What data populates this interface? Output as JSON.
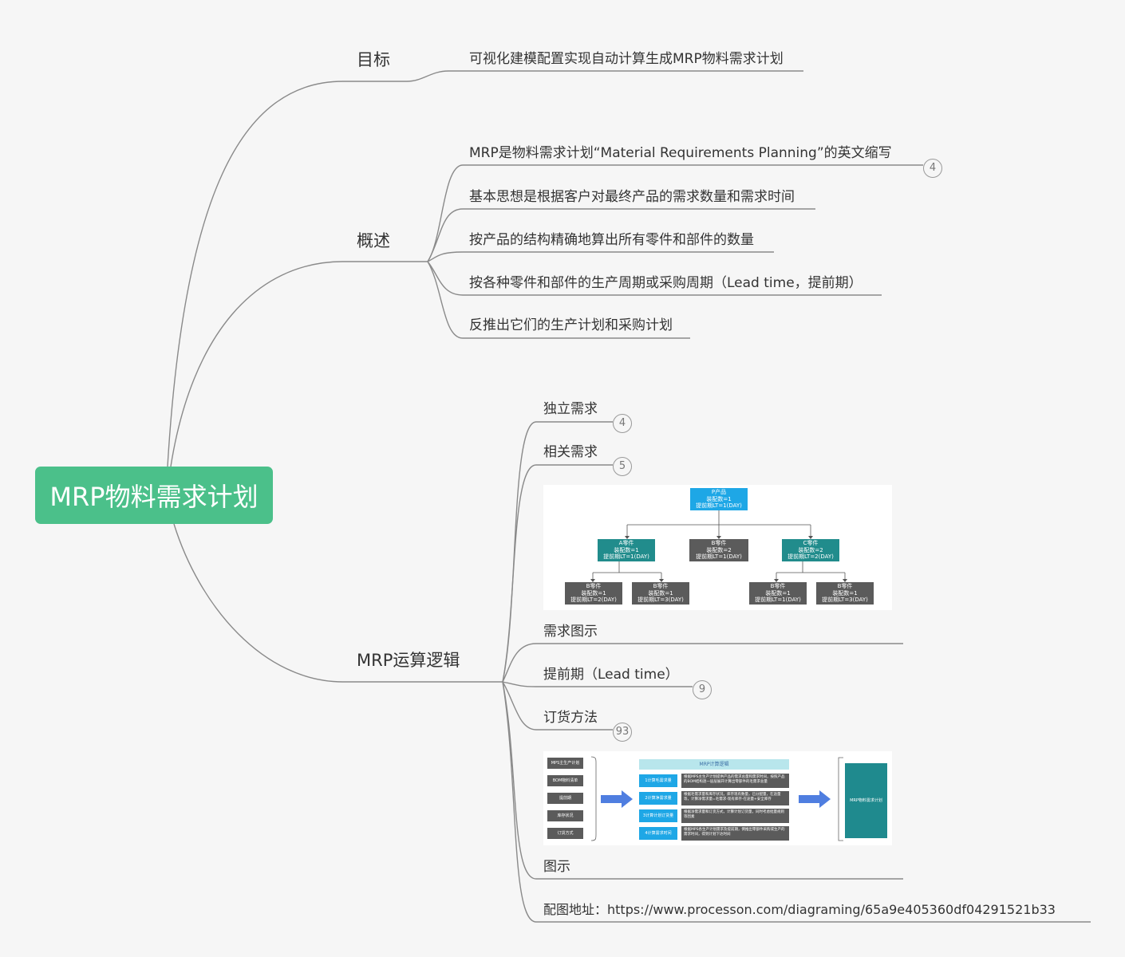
{
  "root": {
    "label": "MRP物料需求计划"
  },
  "goal": {
    "label": "目标",
    "items": [
      "可视化建模配置实现自动计算生成MRP物料需求计划"
    ]
  },
  "overview": {
    "label": "概述",
    "items": [
      "MRP是物料需求计划“Material Requirements Planning”的英文缩写",
      "基本思想是根据客户对最终产品的需求数量和需求时间",
      "按产品的结构精确地算出所有零件和部件的数量",
      "按各种零件和部件的生产周期或采购周期（Lead time，提前期）",
      "反推出它们的生产计划和采购计划"
    ],
    "badge": "4"
  },
  "logic": {
    "label": "MRP运算逻辑",
    "independent": {
      "label": "独立需求",
      "badge": "4"
    },
    "dependent": {
      "label": "相关需求",
      "badge": "5"
    },
    "demand_diagram": {
      "label": "需求图示"
    },
    "lead_time": {
      "label": "提前期（Lead time）",
      "badge": "9"
    },
    "order_method": {
      "label": "订货方法",
      "badge": "93"
    },
    "figure": {
      "label": "图示"
    },
    "link": {
      "label": "配图地址：https://www.processon.com/diagraming/65a9e405360df04291521b33"
    }
  },
  "bom": {
    "p": [
      "P产品",
      "装配数=1",
      "提前期LT=1(DAY)"
    ],
    "a": [
      "A零件",
      "装配数=1",
      "提前期LT=1(DAY)"
    ],
    "b_mid": [
      "B零件",
      "装配数=2",
      "提前期LT=1(DAY)"
    ],
    "c": [
      "C零件",
      "装配数=2",
      "提前期LT=2(DAY)"
    ],
    "b1": [
      "B零件",
      "装配数=1",
      "提前期LT=2(DAY)"
    ],
    "b2": [
      "B零件",
      "装配数=1",
      "提前期LT=3(DAY)"
    ],
    "b3": [
      "B零件",
      "装配数=1",
      "提前期LT=1(DAY)"
    ],
    "b4": [
      "B零件",
      "装配数=1",
      "提前期LT=3(DAY)"
    ]
  },
  "logic_fig": {
    "inputs": [
      "MPS主生产计划",
      "BOM物料清单",
      "提前期",
      "库存状况",
      "订货方式"
    ],
    "title": "MRP计算逻辑",
    "steps": [
      "1计算毛需求量",
      "2计算净需求量",
      "3计算计划订货量",
      "4计算需求时间"
    ],
    "descs": [
      "根据MPS主生产计划提供产品的需求总量和需求时间，按照产品的BOM结构逐一层层展开计算出零部件的毛需求总量",
      "根据毛需求量和库存状况，库存现有数量，已分配量，在途量等，计算净需求量=毛需求-现有库存-在途量+安全库存",
      "根据净需求量和订货方式，计算计划订货量，同时考虑批量规则等因素",
      "根据MPS各生产计划需求及提前期，倒推出零部件采购或生产的需求时间，得到计划下达时间"
    ],
    "output": "MRP物料需求计划"
  },
  "colors": {
    "root": "#4bc08a",
    "line": "#8a8a8a",
    "bom_top": "#1ea7e6",
    "bom_a": "#218c8c",
    "bom_b": "#5b5b5b",
    "arrow": "#4f7ee0",
    "output": "#1f8a8e"
  }
}
